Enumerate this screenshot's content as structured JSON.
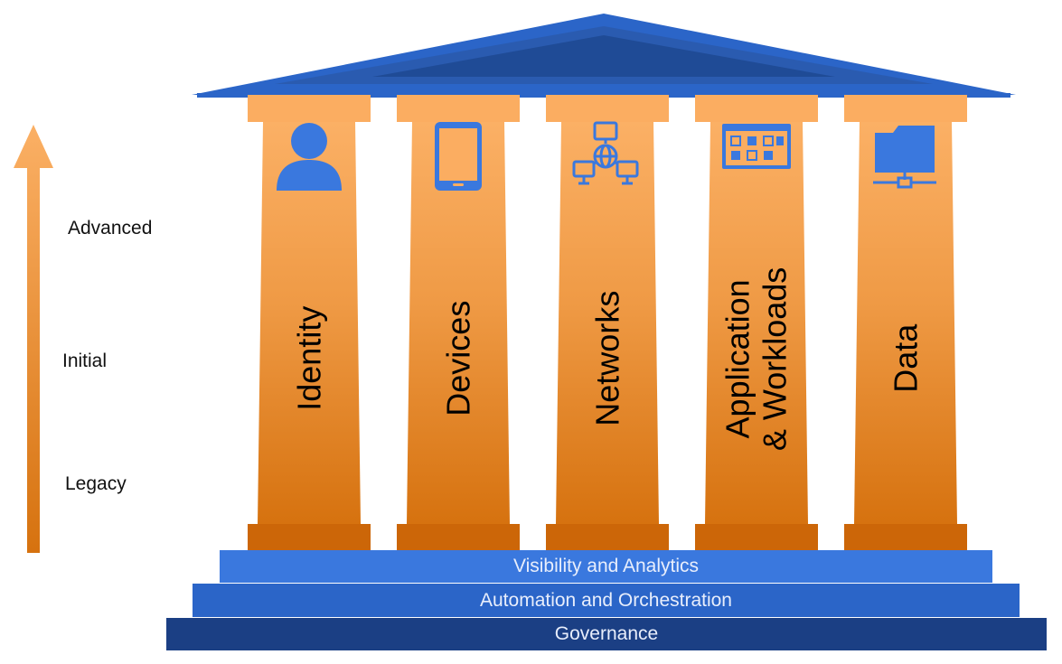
{
  "maturity": {
    "levels": [
      "Advanced",
      "Initial",
      "Legacy"
    ]
  },
  "pillars": [
    {
      "lines": [
        "Identity"
      ],
      "icon": "user-icon"
    },
    {
      "lines": [
        "Devices"
      ],
      "icon": "tablet-icon"
    },
    {
      "lines": [
        "Networks"
      ],
      "icon": "network-icon"
    },
    {
      "lines": [
        "Application",
        "& Workloads"
      ],
      "icon": "application-icon"
    },
    {
      "lines": [
        "Data"
      ],
      "icon": "folder-network-icon"
    }
  ],
  "foundation": {
    "visibility": "Visibility and Analytics",
    "automation": "Automation and Orchestration",
    "governance": "Governance"
  },
  "colors": {
    "roof": "#2b65c8",
    "roof_dark": "#1f4b96",
    "pillar_light": "#fbad61",
    "pillar_dark": "#cc6608",
    "icon_blue": "#3a78de",
    "step_visibility": "#3a78de",
    "step_automation": "#2b65c8",
    "step_governance": "#1b3f84"
  }
}
